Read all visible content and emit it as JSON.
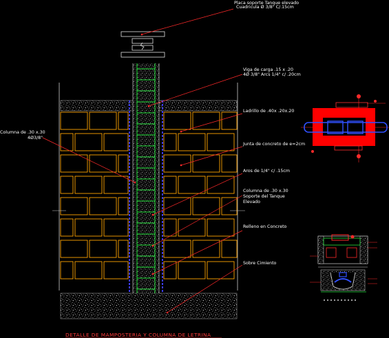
{
  "labels": {
    "placa": [
      "Placa soporte Tanque elevado",
      "Cuadricula Ø 3/8\" C/.15cm"
    ],
    "viga": [
      "Viga de carga .15 x .20",
      "4Ø 3/8\" Arcs 1/4\" c/ .20cm"
    ],
    "ladrillo": [
      "Ladrillo de .40x .20x.20"
    ],
    "columna_izq": [
      "Columna de .30 x.30",
      "4Ø3/8\""
    ],
    "junta": [
      "Junta de concreto de e=2cm"
    ],
    "aros": [
      "Aros de 1/4\" c/ .15cm"
    ],
    "columna_der": [
      "Columna de .30 x.30",
      "Soporte del Tanque",
      "Elevado"
    ],
    "relleno": [
      "Relleno en Concreto"
    ],
    "sobrecimiento": [
      "Sobre Cimiento"
    ]
  },
  "title": "DETALLE  DE  MAMPOSTERIA Y COLUMNA DE LETRINA",
  "colors": {
    "background": "#000000",
    "brick": "#ffa500",
    "leader": "#ff2a2a",
    "rebar": "#22e03a",
    "column_edge": "#3b3bff",
    "concrete": "#d8d8d8",
    "section_fill": "#ff0000",
    "section_rebar": "#3050ff"
  }
}
